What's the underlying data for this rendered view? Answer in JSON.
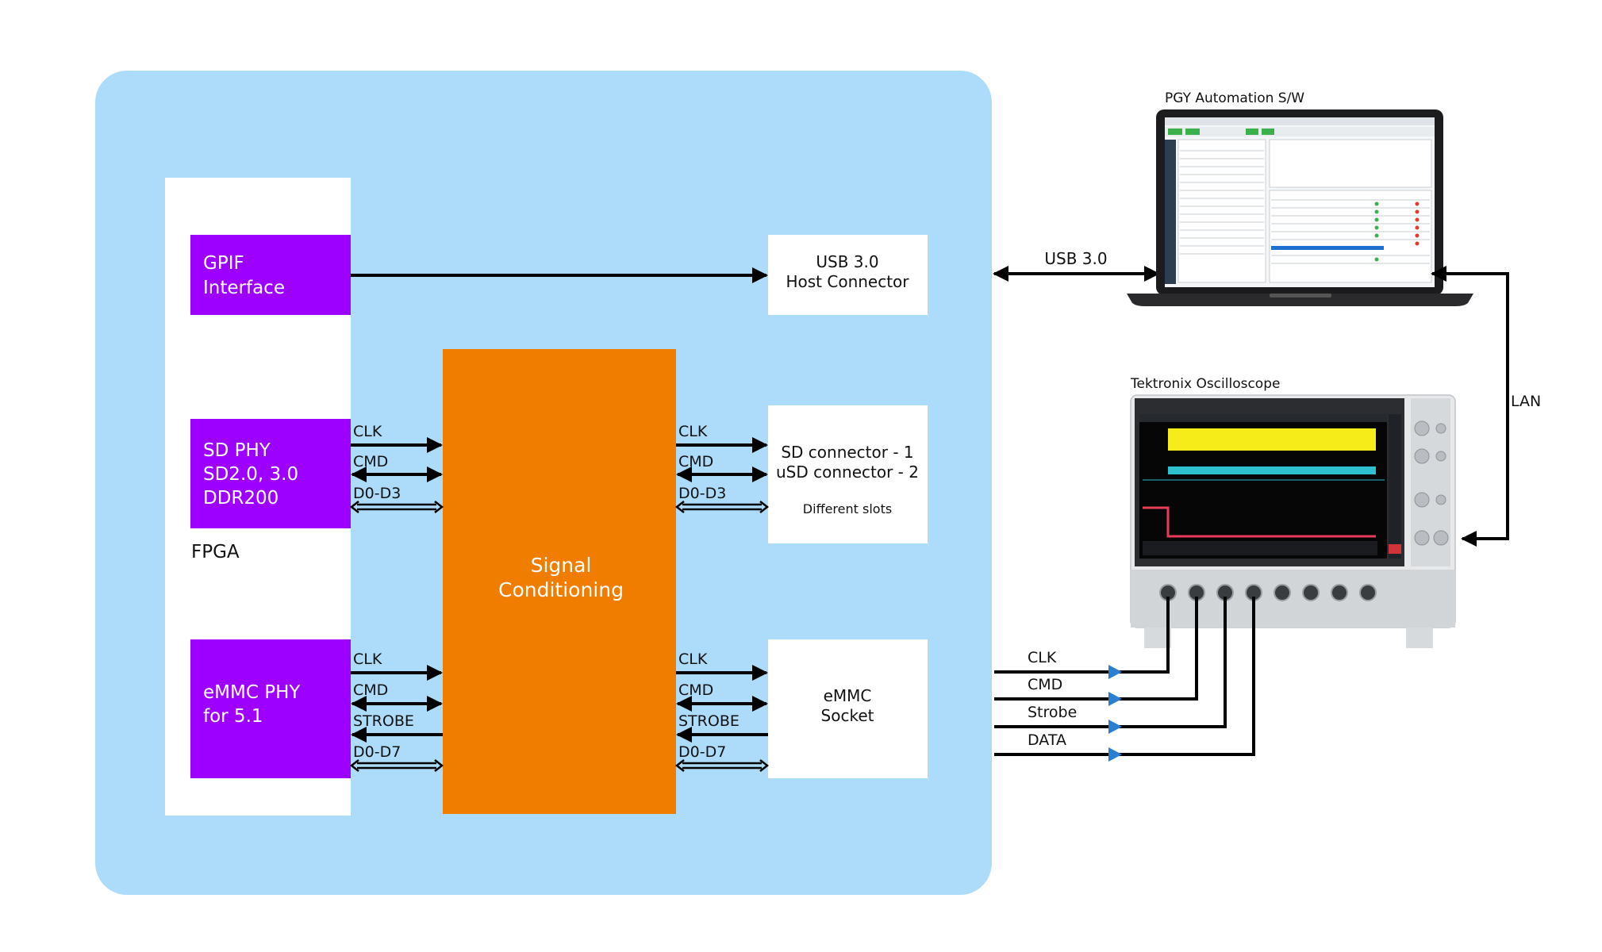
{
  "colors": {
    "board_bg": "#addcfb",
    "fpga_bg": "#ffffff",
    "block_purple": "#9e00ff",
    "block_orange": "#f07c00",
    "connector_bg": "#ffffff",
    "probe_arrow": "#2a7fd1",
    "line": "#000000"
  },
  "fpga": {
    "label": "FPGA",
    "gpif": {
      "line1": "GPIF",
      "line2": "Interface"
    },
    "sd_phy": {
      "line1": "SD PHY",
      "line2": "SD2.0, 3.0",
      "line3": "DDR200"
    },
    "emmc_phy": {
      "line1": "eMMC PHY",
      "line2": "for 5.1"
    }
  },
  "signal_conditioning": {
    "line1": "Signal",
    "line2": "Conditioning"
  },
  "connectors": {
    "usb": {
      "line1": "USB 3.0",
      "line2": "Host Connector"
    },
    "sd": {
      "line1": "SD connector - 1",
      "line2": "uSD connector - 2",
      "line3": "Different slots"
    },
    "emmc": {
      "line1": "eMMC",
      "line2": "Socket"
    }
  },
  "sd_signals": [
    "CLK",
    "CMD",
    "D0-D3"
  ],
  "emmc_signals": [
    "CLK",
    "CMD",
    "STROBE",
    "D0-D7"
  ],
  "external": {
    "usb_link": "USB 3.0",
    "lan_link": "LAN",
    "laptop_title": "PGY Automation S/W",
    "scope_title": "Tektronix Oscilloscope",
    "probe_labels": [
      "CLK",
      "CMD",
      "Strobe",
      "DATA"
    ]
  }
}
